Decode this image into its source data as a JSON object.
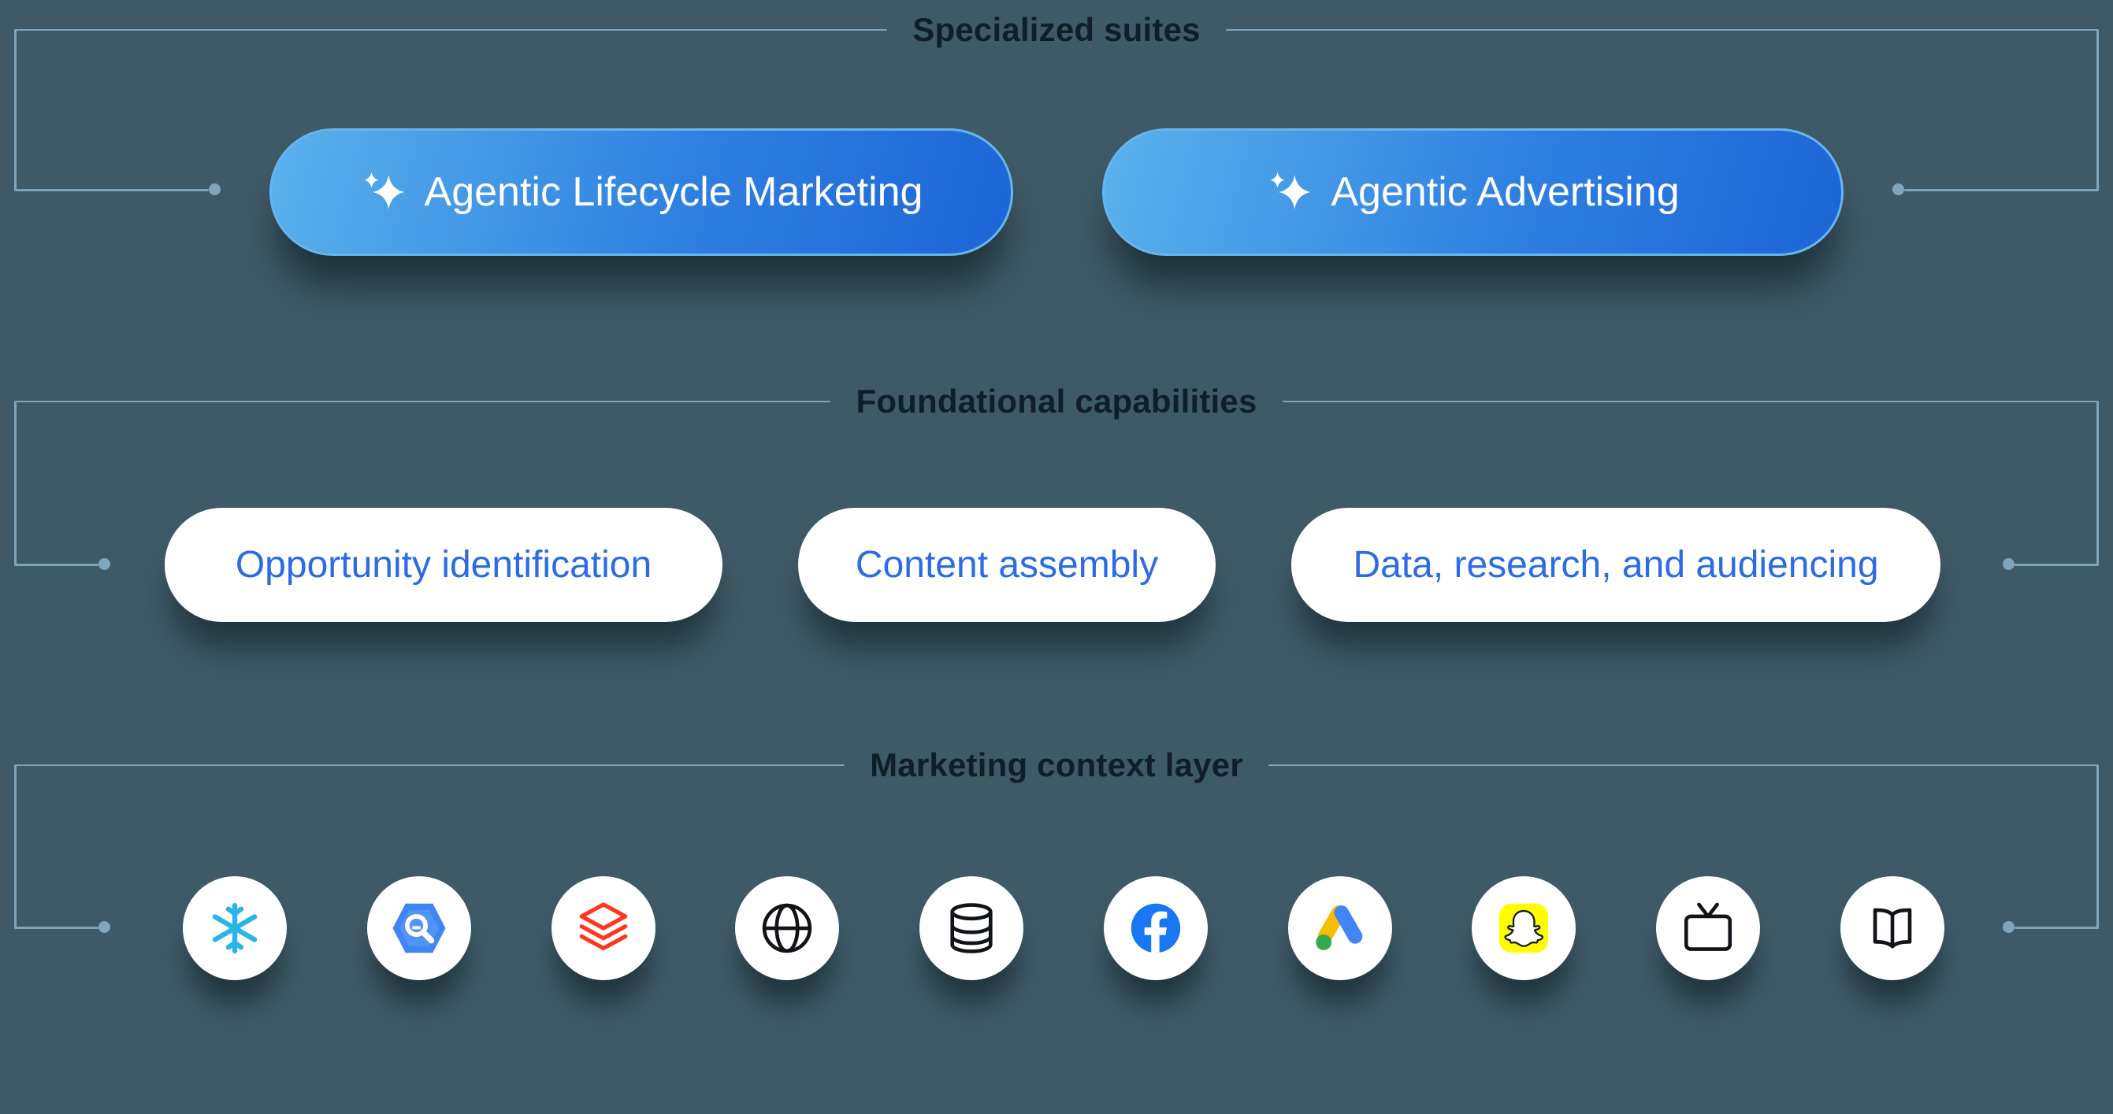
{
  "colors": {
    "background": "#3e5a66",
    "bracket_line": "#7ea6bd",
    "section_title_text": "#0f1e28",
    "suite_gradient_start": "#5ab2ec",
    "suite_gradient_end": "#1c65d6",
    "suite_border": "#66b5ee",
    "suite_text": "#ffffff",
    "capability_pill_background": "#ffffff",
    "capability_text": "#2b6be4"
  },
  "sections": {
    "suites": {
      "title": "Specialized suites",
      "items": [
        {
          "label": "Agentic Lifecycle Marketing",
          "icon": "sparkles-icon"
        },
        {
          "label": "Agentic Advertising",
          "icon": "sparkles-icon"
        }
      ]
    },
    "capabilities": {
      "title": "Foundational capabilities",
      "items": [
        {
          "label": "Opportunity identification"
        },
        {
          "label": "Content assembly"
        },
        {
          "label": "Data, research, and audiencing"
        }
      ]
    },
    "context": {
      "title": "Marketing context layer",
      "icons": [
        {
          "name": "snowflake-icon",
          "brand_color": "#29b5e8"
        },
        {
          "name": "bigquery-icon",
          "brand_color": "#4285f4"
        },
        {
          "name": "databricks-icon",
          "brand_color": "#ff3621"
        },
        {
          "name": "globe-icon",
          "brand_color": "#101418"
        },
        {
          "name": "database-icon",
          "brand_color": "#101418"
        },
        {
          "name": "facebook-icon",
          "brand_color": "#1877f2"
        },
        {
          "name": "google-ads-icon",
          "brand_color": "#4285f4"
        },
        {
          "name": "snapchat-icon",
          "brand_color": "#fffc00"
        },
        {
          "name": "tv-icon",
          "brand_color": "#101418"
        },
        {
          "name": "book-icon",
          "brand_color": "#101418"
        }
      ]
    }
  }
}
